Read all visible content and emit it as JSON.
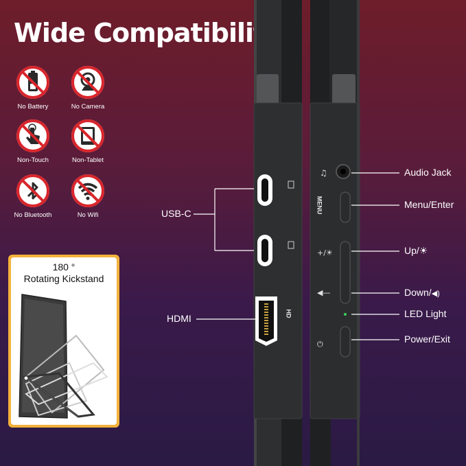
{
  "title": "Wide Compatibility",
  "features": [
    {
      "label": "No Battery",
      "icon": "no-battery-icon"
    },
    {
      "label": "No Camera",
      "icon": "no-camera-icon"
    },
    {
      "label": "Non-Touch",
      "icon": "non-touch-icon"
    },
    {
      "label": "Non-Tablet",
      "icon": "non-tablet-icon"
    },
    {
      "label": "No Bluetooth",
      "icon": "no-bluetooth-icon"
    },
    {
      "label": "No Wifi",
      "icon": "no-wifi-icon"
    }
  ],
  "kickstand": {
    "line1": "180 °",
    "line2": "Rotating Kickstand"
  },
  "ports_left": {
    "usbc": "USB-C",
    "hdmi": "HDMI"
  },
  "ports_right": {
    "audio": "Audio Jack",
    "menu": "Menu/Enter",
    "up": "Up/",
    "down": "Down/",
    "led": "LED Light",
    "power": "Power/Exit"
  },
  "device_labels": {
    "hd": "HD",
    "menu": "MENU"
  },
  "colors": {
    "prohibit": "#d8262c",
    "accent": "#f4b23a",
    "led": "#3ad05a"
  }
}
